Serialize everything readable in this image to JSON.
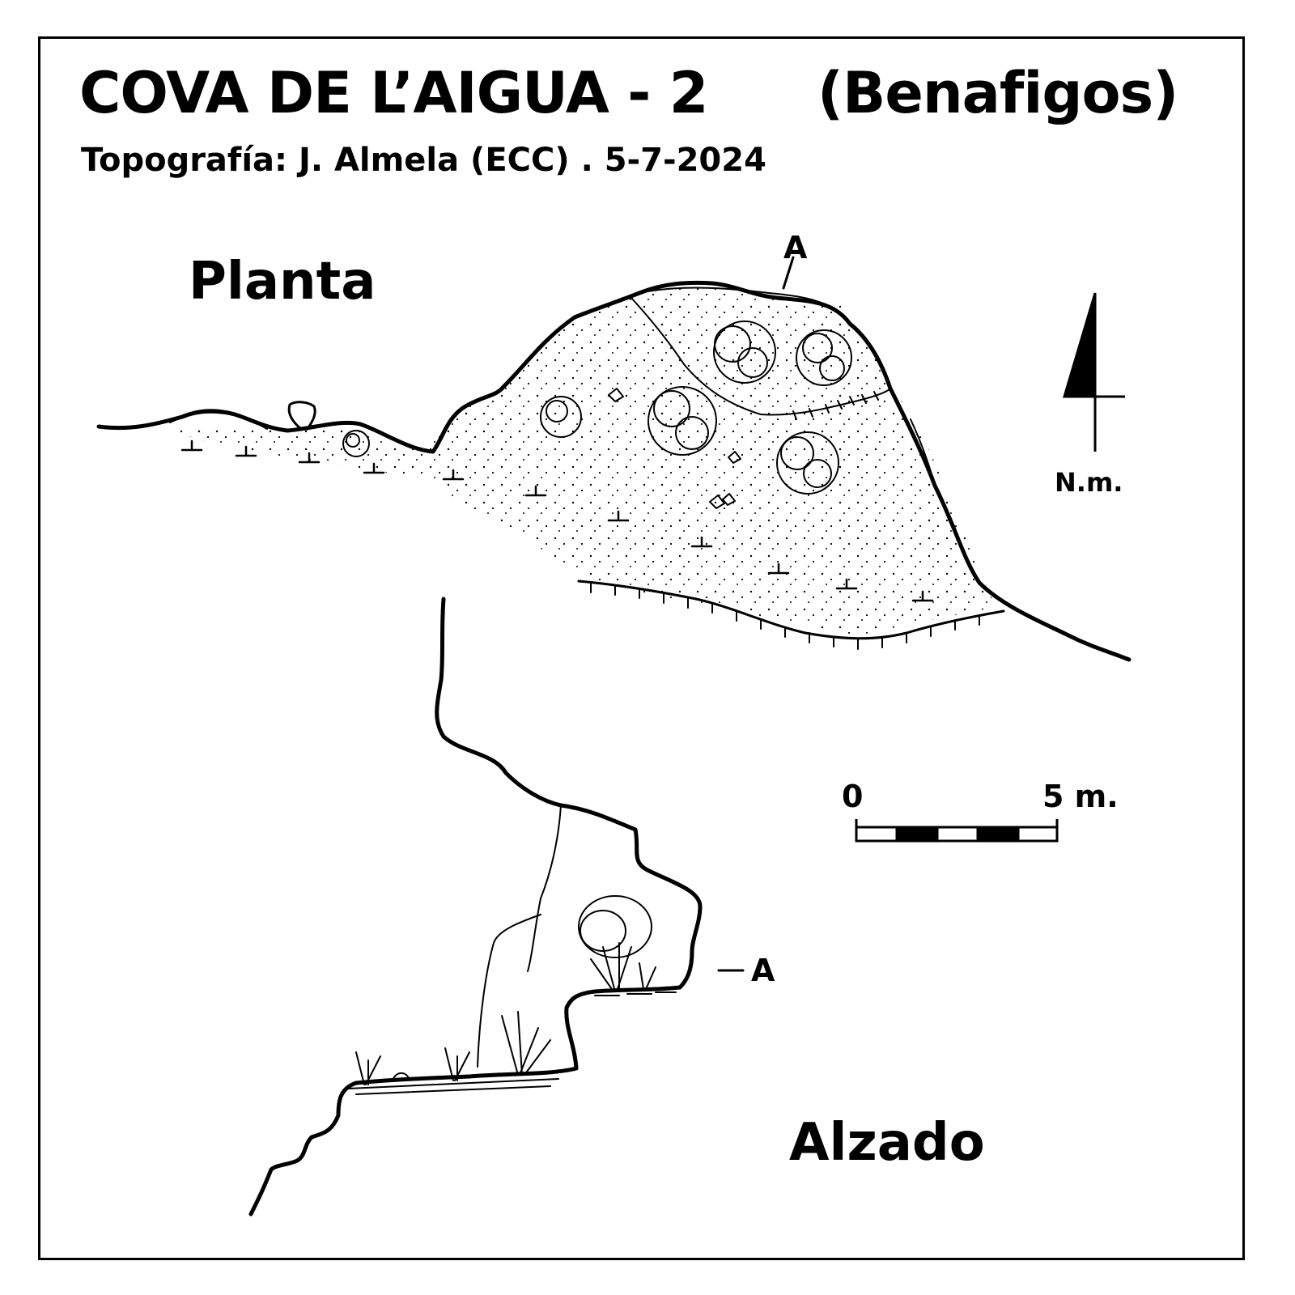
{
  "header": {
    "title": "COVA DE L’AIGUA - 2",
    "subtitle": "(Benafigos)",
    "credit": "Topografía: J. Almela  (ECC)   .   5-7-2024"
  },
  "views": {
    "plan_label": "Planta",
    "elevation_label": "Alzado"
  },
  "section_marks": {
    "plan": "A",
    "elevation": "A"
  },
  "north_arrow": {
    "label": "N.m.",
    "icon": "north-arrow-icon"
  },
  "scale_bar": {
    "start_label": "0",
    "end_label": "5 m.",
    "segments": 5
  },
  "colors": {
    "ink": "#000000",
    "paper": "#ffffff"
  }
}
